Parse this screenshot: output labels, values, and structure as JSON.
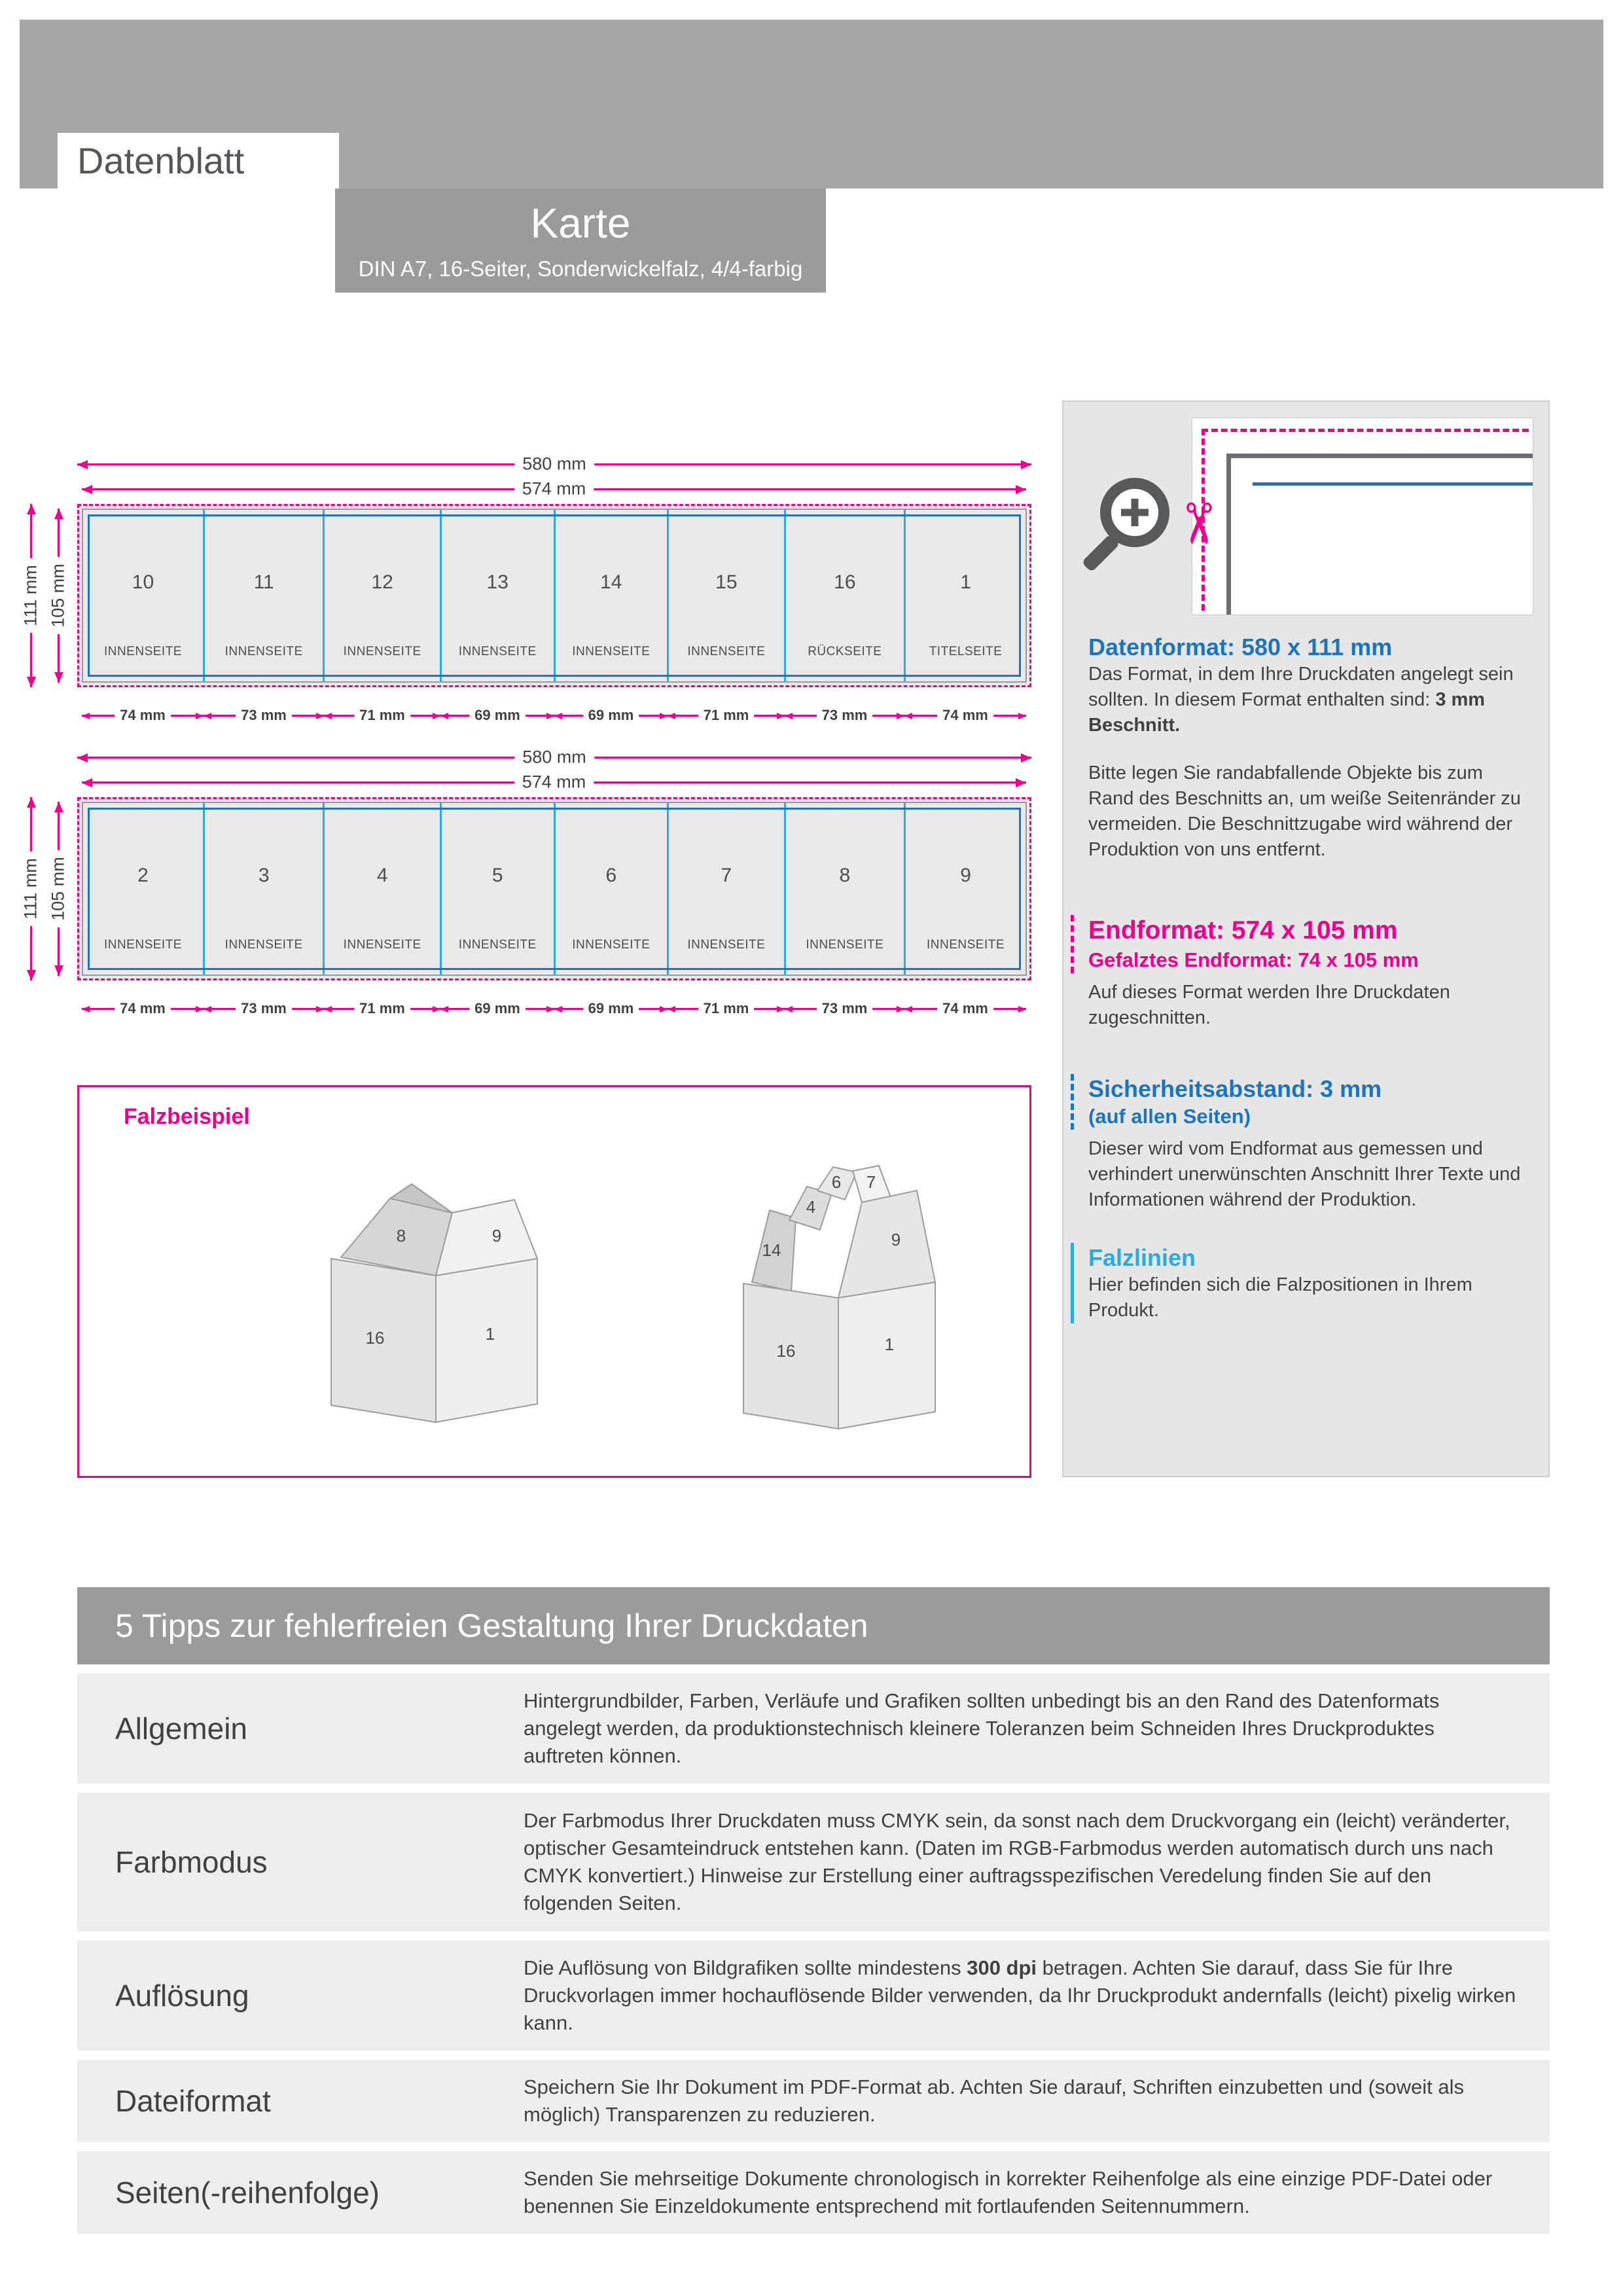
{
  "header": {
    "doc_label": "Datenblatt",
    "product_title": "Karte",
    "product_subtitle": "DIN A7, 16-Seiter, Sonderwickelfalz, 4/4-farbig"
  },
  "diagram": {
    "dim_total_width": "580 mm",
    "dim_trim_width": "574 mm",
    "dim_total_height": "111 mm",
    "dim_trim_height": "105 mm",
    "panel_widths": [
      "74 mm",
      "73 mm",
      "71 mm",
      "69 mm",
      "69 mm",
      "71 mm",
      "73 mm",
      "74 mm"
    ],
    "strip_top": {
      "panels": [
        {
          "number": "10",
          "label": "INNENSEITE"
        },
        {
          "number": "11",
          "label": "INNENSEITE"
        },
        {
          "number": "12",
          "label": "INNENSEITE"
        },
        {
          "number": "13",
          "label": "INNENSEITE"
        },
        {
          "number": "14",
          "label": "INNENSEITE"
        },
        {
          "number": "15",
          "label": "INNENSEITE"
        },
        {
          "number": "16",
          "label": "RÜCKSEITE"
        },
        {
          "number": "1",
          "label": "TITELSEITE"
        }
      ]
    },
    "strip_bottom": {
      "panels": [
        {
          "number": "2",
          "label": "INNENSEITE"
        },
        {
          "number": "3",
          "label": "INNENSEITE"
        },
        {
          "number": "4",
          "label": "INNENSEITE"
        },
        {
          "number": "5",
          "label": "INNENSEITE"
        },
        {
          "number": "6",
          "label": "INNENSEITE"
        },
        {
          "number": "7",
          "label": "INNENSEITE"
        },
        {
          "number": "8",
          "label": "INNENSEITE"
        },
        {
          "number": "9",
          "label": "INNENSEITE"
        }
      ]
    },
    "fold_example": {
      "label": "Falzbeispiel",
      "left_labels": [
        "8",
        "9",
        "16",
        "1"
      ],
      "right_labels": [
        "14",
        "4",
        "6",
        "7",
        "9",
        "16",
        "1"
      ]
    }
  },
  "sidebar": {
    "datenformat": {
      "title": "Datenformat: 580 x 111 mm",
      "text_before": "Das Format, in dem Ihre Druckdaten angelegt sein sollten. In diesem Format enthalten sind: ",
      "text_bold": "3 mm Beschnitt."
    },
    "bleed_note": "Bitte legen Sie randabfallende Objekte bis zum Rand des Beschnitts an, um weiße Seitenränder zu vermeiden. Die Beschnittzugabe wird während der Produktion von uns entfernt.",
    "endformat": {
      "title": "Endformat: 574 x 105 mm",
      "subtitle": "Gefalztes Endformat: 74 x 105 mm",
      "text": "Auf dieses Format werden Ihre Druckdaten zugeschnitten."
    },
    "sicherheitsabstand": {
      "title": "Sicherheitsabstand: 3 mm",
      "subtitle": "(auf allen Seiten)",
      "text": "Dieser wird vom Endformat aus gemessen und verhindert unerwünschten Anschnitt Ihrer Texte und Informationen während der Produktion."
    },
    "falzlinien": {
      "title": "Falzlinien",
      "text": "Hier befinden sich die Falzpositionen in Ihrem Produkt."
    }
  },
  "tips": {
    "title": "5 Tipps zur fehlerfreien Gestaltung Ihrer Druckdaten",
    "rows": [
      {
        "label": "Allgemein",
        "text_before": "Hintergrundbilder, Farben, Verläufe und Grafiken sollten unbedingt bis an den Rand des Datenformats angelegt werden, da produktionstechnisch kleinere Toleranzen beim Schneiden Ihres Druckproduktes auftreten können.",
        "text_bold": "",
        "text_after": ""
      },
      {
        "label": "Farbmodus",
        "text_before": "Der Farbmodus Ihrer Druckdaten muss CMYK sein, da sonst nach dem Druckvorgang ein (leicht) veränderter, optischer Gesamteindruck entstehen kann. (Daten im RGB-Farbmodus werden automatisch durch uns nach CMYK konvertiert.) Hinweise zur Erstellung einer auftragsspezifischen Veredelung finden Sie auf den folgenden Seiten.",
        "text_bold": "",
        "text_after": ""
      },
      {
        "label": "Auflösung",
        "text_before": "Die Auflösung von Bildgrafiken sollte mindestens ",
        "text_bold": "300 dpi",
        "text_after": " betragen. Achten Sie darauf, dass Sie für Ihre Druckvorlagen immer hochauflösende Bilder verwenden, da Ihr Druckprodukt andernfalls (leicht) pixelig wirken kann."
      },
      {
        "label": "Dateiformat",
        "text_before": "Speichern Sie Ihr Dokument im PDF-Format ab. Achten Sie darauf, Schriften einzubetten und (soweit als möglich) Transparenzen zu reduzieren.",
        "text_bold": "",
        "text_after": ""
      },
      {
        "label": "Seiten(-reihenfolge)",
        "text_before": "Senden Sie mehrseitige Dokumente chronologisch in korrekter Reihenfolge als eine einzige PDF-Datei oder benennen Sie Einzeldokumente entsprechend mit fortlaufenden Seitennummern.",
        "text_bold": "",
        "text_after": ""
      }
    ]
  },
  "colors": {
    "magenta": "#ec008c",
    "blue": "#1c75bc",
    "cyan": "#29abe2",
    "banner_gray": "#a7a7a7",
    "box_gray": "#9b9b9b"
  }
}
